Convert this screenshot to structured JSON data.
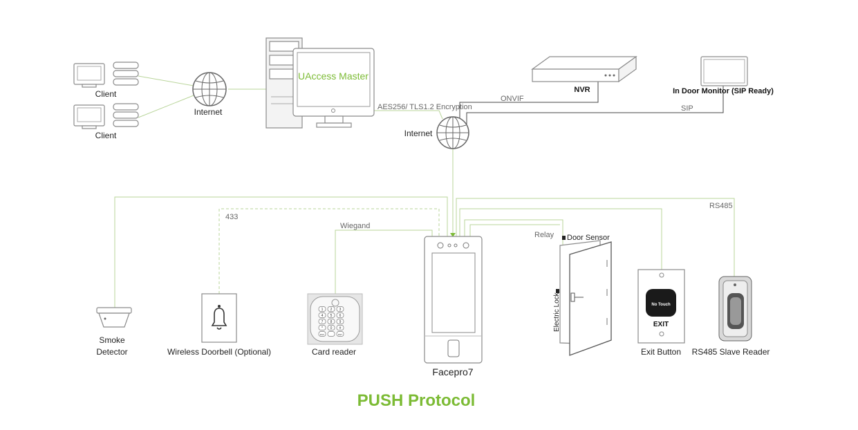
{
  "diagram": {
    "title": "PUSH Protocol",
    "title_color": "#7cbb35",
    "wire_color": "#b9d59a",
    "software_color": "#7cbb35"
  },
  "nodes": {
    "client_1": "Client",
    "client_2": "Client",
    "internet_left": "Internet",
    "uaccess_master": "UAccess Master",
    "internet_center": "Internet",
    "nvr": "NVR",
    "indoor_monitor": "In Door Monitor (SIP Ready)",
    "facepro7": "Facepro7",
    "smoke_detector_line1": "Smoke",
    "smoke_detector_line2": "Detector",
    "wireless_doorbell": "Wireless Doorbell (Optional)",
    "card_reader": "Card reader",
    "door_sensor": "Door Sensor",
    "electric_lock": "Electric Lock",
    "exit_button": "Exit Button",
    "exit_button_face": "No Touch",
    "exit_button_sign": "EXIT",
    "rs485_slave_reader": "RS485 Slave Reader"
  },
  "links": {
    "encryption": "AES256/ TLS1.2 Encryption",
    "onvif": "ONVIF",
    "sip": "SIP",
    "rf433": "433",
    "wiegand": "Wiegand",
    "relay": "Relay",
    "rs485": "RS485"
  },
  "keypad_keys": [
    "1",
    "2",
    "3",
    "4",
    "5",
    "6",
    "7",
    "8",
    "9",
    "*",
    "0",
    "#",
    "ESC",
    "",
    "ENT"
  ]
}
